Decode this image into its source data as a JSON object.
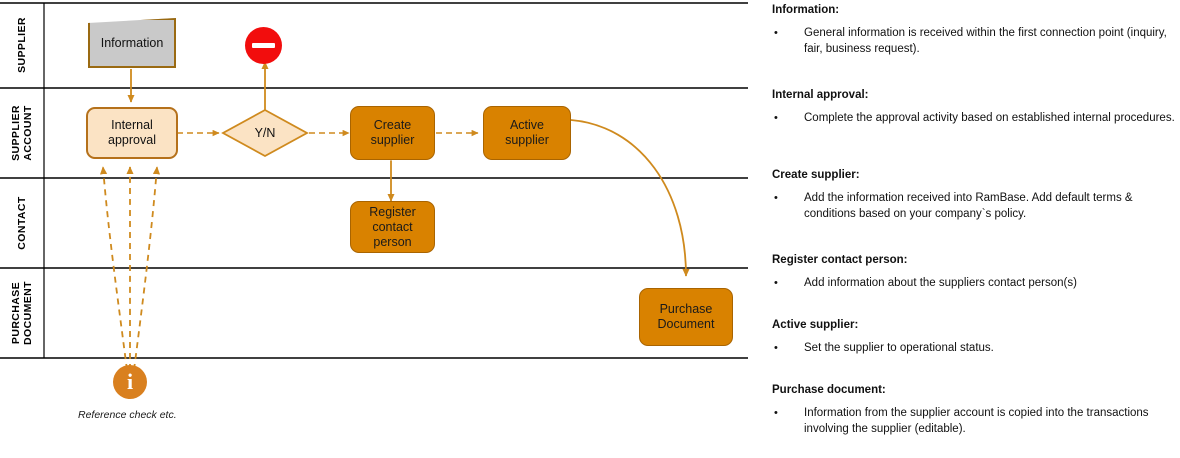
{
  "diagram": {
    "lanes": [
      {
        "id": "supplier",
        "label": "SUPPLIER"
      },
      {
        "id": "supplier-account",
        "label": "SUPPLIER\nACCOUNT"
      },
      {
        "id": "contact",
        "label": "CONTACT"
      },
      {
        "id": "purchase-document",
        "label": "PURCHASE\nDOCUMENT"
      }
    ],
    "nodes": {
      "information": "Information",
      "internal_approval": "Internal\napproval",
      "decision": "Y/N",
      "create_supplier": "Create\nsupplier",
      "active_supplier": "Active\nsupplier",
      "register_contact_person": "Register\ncontact\nperson",
      "purchase_document": "Purchase\nDocument",
      "info_badge_glyph": "i"
    },
    "caption": "Reference check etc.",
    "colors": {
      "orange_fill": "#d98200",
      "orange_stroke": "#a96400",
      "light_fill": "#fbe3c4",
      "light_stroke": "#b5711b",
      "grey_fill": "#c9c9c9",
      "grey_stroke": "#9a6a12",
      "stop_red": "#f20d0d",
      "connector": "#cf8a1e",
      "lane_line": "#000000"
    }
  },
  "panel": {
    "sections": [
      {
        "heading": "Information:",
        "bullet": "•",
        "text": "General information is received within the first connection point (inquiry, fair, business request)."
      },
      {
        "heading": "Internal approval:",
        "bullet": "•",
        "text": "Complete the approval activity based on established internal procedures."
      },
      {
        "heading": "Create supplier:",
        "bullet": "•",
        "text": "Add the information received into RamBase. Add default terms & conditions based on your company`s policy."
      },
      {
        "heading": "Register contact person:",
        "bullet": "•",
        "text": "Add information about the suppliers contact person(s)"
      },
      {
        "heading": "Active supplier:",
        "bullet": "•",
        "text": "Set the supplier to operational status."
      },
      {
        "heading": "Purchase document:",
        "bullet": "•",
        "text": "Information from the supplier account is copied into the transactions involving the supplier (editable)."
      }
    ]
  }
}
